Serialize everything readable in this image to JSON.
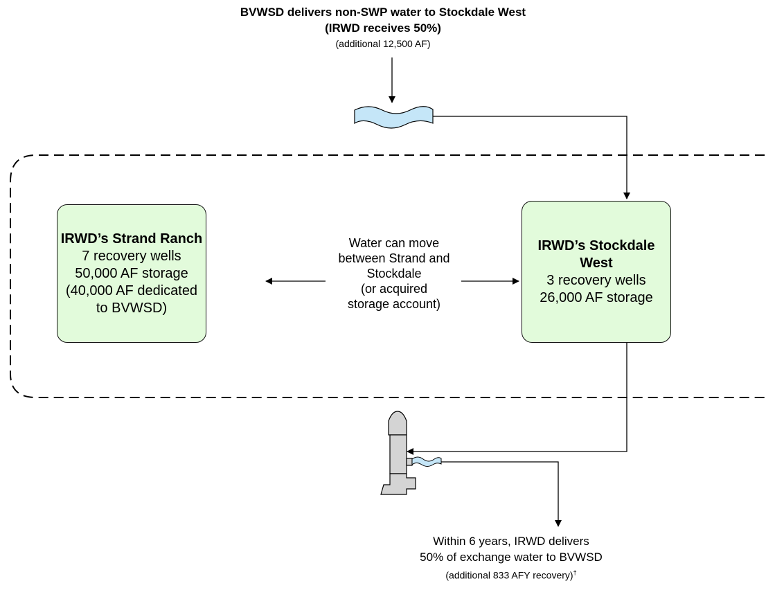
{
  "header": {
    "line1": "BVWSD delivers non-SWP water to Stockdale West",
    "line2": "(IRWD receives 50%)",
    "sub": "(additional 12,500 AF)"
  },
  "strand_box": {
    "title": "IRWD’s Strand Ranch",
    "lines": [
      "7 recovery wells",
      "50,000 AF storage",
      "(40,000 AF dedicated",
      "to BVWSD)"
    ]
  },
  "stockdale_box": {
    "title": "IRWD’s Stockdale West",
    "lines": [
      "3 recovery wells",
      "26,000 AF storage"
    ]
  },
  "middle_note": {
    "lines": [
      "Water can move",
      "between Strand and",
      "Stockdale",
      "(or acquired",
      "storage account)"
    ]
  },
  "footer": {
    "line1": "Within 6 years, IRWD delivers",
    "line2": "50% of exchange water to BVWSD",
    "sub": "(additional 833 AFY recovery)",
    "sup": "†"
  },
  "icons": [
    "water-wave-icon",
    "recovery-well-pump-icon",
    "water-outflow-icon"
  ],
  "colors": {
    "box_fill": "#e2fbdb",
    "water_fill": "#c5e6f8",
    "pump_fill": "#d4d4d4"
  }
}
